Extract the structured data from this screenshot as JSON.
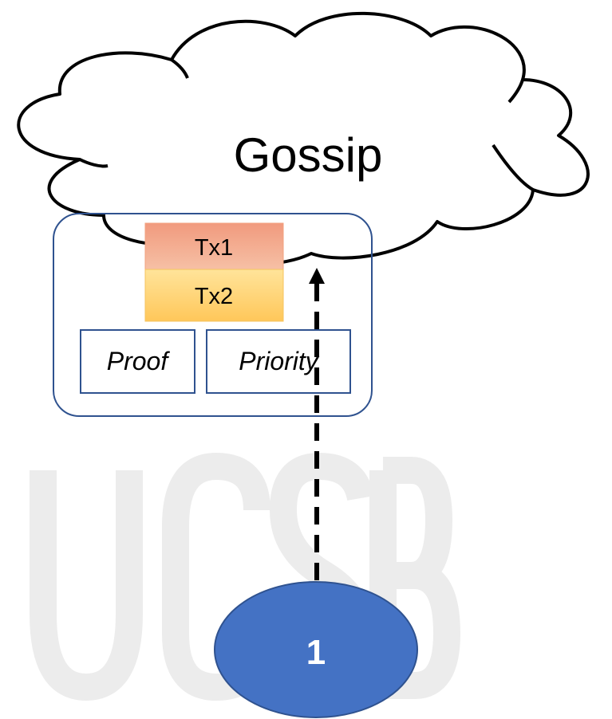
{
  "cloud": {
    "label": "Gossip"
  },
  "message": {
    "transactions": [
      {
        "label": "Tx1",
        "color": "#f4b183"
      },
      {
        "label": "Tx2",
        "color": "#ffd966"
      }
    ],
    "fields": [
      {
        "label": "Proof"
      },
      {
        "label": "Priority"
      }
    ]
  },
  "node": {
    "label": "1",
    "color": "#4472c4"
  },
  "watermark": {
    "text": "UCSB"
  },
  "colors": {
    "outline": "#2f528f",
    "tx1_top": "#f19a7e",
    "tx1_bottom": "#f5b69a",
    "tx2_top": "#ffe28f",
    "tx2_bottom": "#ffc95c",
    "watermark": "#ececec"
  }
}
